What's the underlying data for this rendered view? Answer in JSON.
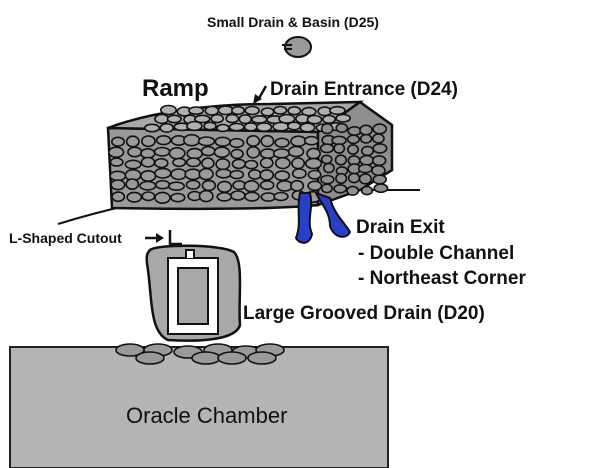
{
  "labels": {
    "small_drain": "Small Drain & Basin (D25)",
    "ramp": "Ramp",
    "drain_entrance": "Drain Entrance (D24)",
    "drain_exit_title": "Drain Exit",
    "drain_exit_line1": "- Double Channel",
    "drain_exit_line2": "- Northeast Corner",
    "l_cutout": "L-Shaped Cutout",
    "large_drain": "Large Grooved Drain (D20)",
    "oracle_chamber": "Oracle Chamber"
  },
  "colors": {
    "stone_fill": "#9a9a9a",
    "drain_stone": "#a8a8a8",
    "chamber_fill": "#b4b4b4",
    "water": "#2a3fc8",
    "outline": "#111111"
  }
}
